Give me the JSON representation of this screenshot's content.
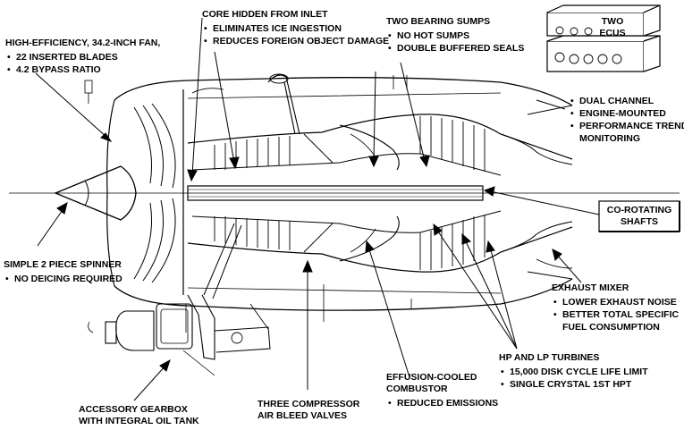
{
  "callouts": {
    "fan": {
      "heading": "HIGH-EFFICIENCY, 34.2-INCH FAN,",
      "bullets": [
        "22 INSERTED BLADES",
        "4.2 BYPASS RATIO"
      ]
    },
    "core": {
      "heading": "CORE HIDDEN FROM INLET",
      "bullets": [
        "ELIMINATES ICE INGESTION",
        "REDUCES FOREIGN OBJECT DAMAGE"
      ]
    },
    "sumps": {
      "heading": "TWO BEARING SUMPS",
      "bullets": [
        "NO HOT SUMPS",
        "DOUBLE BUFFERED SEALS"
      ]
    },
    "ecus": {
      "line1": "TWO",
      "line2": "ECUS"
    },
    "ecu_features": {
      "bullets": [
        "DUAL CHANNEL",
        "ENGINE-MOUNTED",
        "PERFORMANCE TREND",
        "MONITORING"
      ]
    },
    "shafts": {
      "line1": "CO-ROTATING",
      "line2": "SHAFTS"
    },
    "spinner": {
      "heading": "SIMPLE 2 PIECE SPINNER",
      "bullets": [
        "NO DEICING REQUIRED"
      ]
    },
    "mixer": {
      "heading": "EXHAUST MIXER",
      "bullets": [
        "LOWER EXHAUST NOISE",
        "BETTER TOTAL SPECIFIC"
      ],
      "continuation": "FUEL CONSUMPTION"
    },
    "turbines": {
      "heading": "HP AND LP TURBINES",
      "bullets": [
        "15,000 DISK CYCLE LIFE LIMIT",
        "SINGLE CRYSTAL 1ST HPT"
      ]
    },
    "combustor": {
      "line1": "EFFUSION-COOLED",
      "line2": "COMBUSTOR",
      "bullets": [
        "REDUCED EMISSIONS"
      ]
    },
    "bleed": {
      "line1": "THREE COMPRESSOR",
      "line2": "AIR BLEED VALVES"
    },
    "gearbox": {
      "line1": "ACCESSORY GEARBOX",
      "line2": "WITH INTEGRAL OIL TANK"
    }
  }
}
